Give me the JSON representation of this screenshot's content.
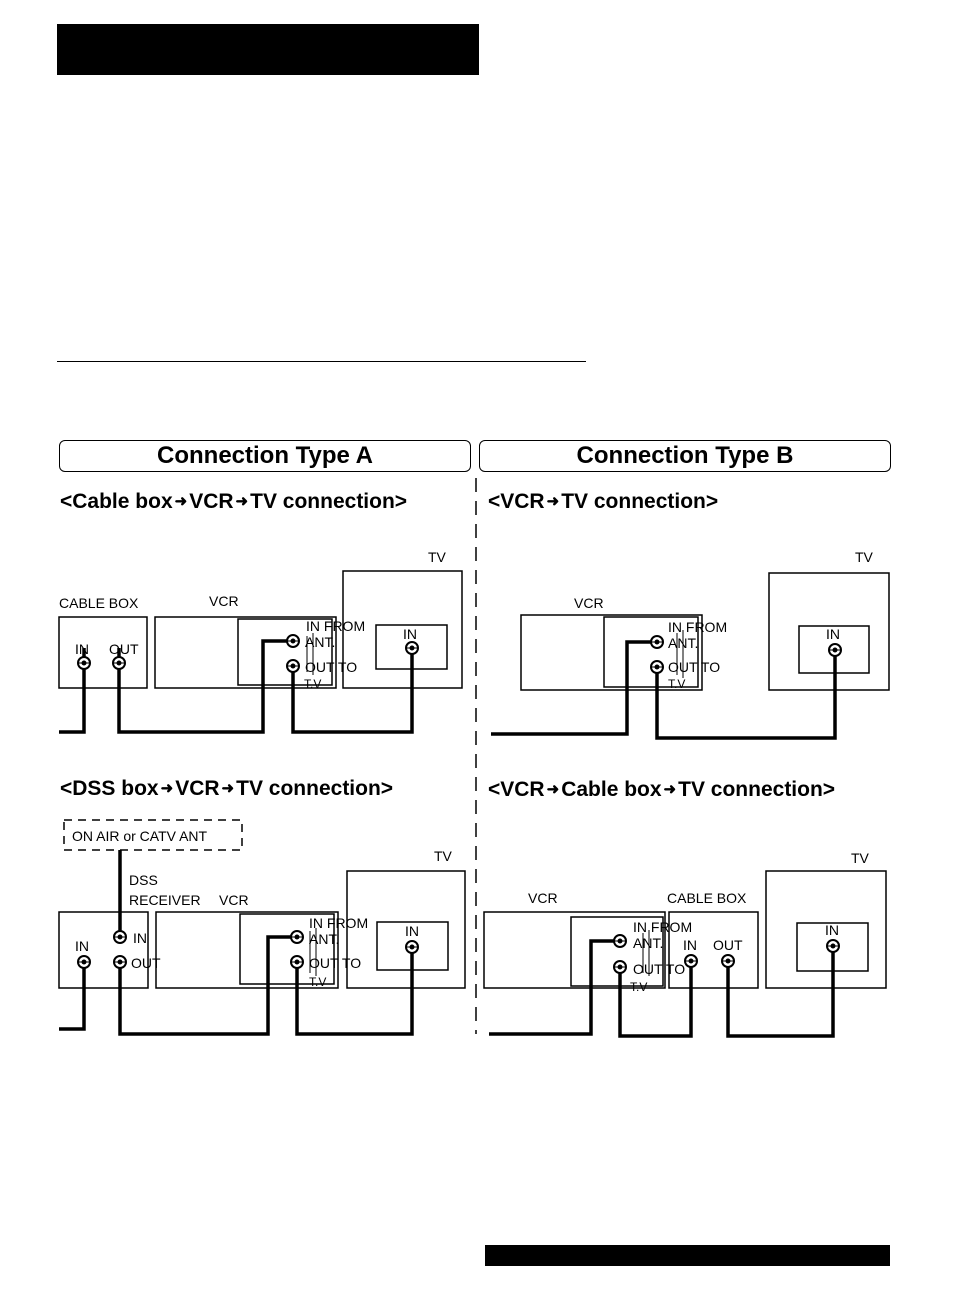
{
  "connection_types": {
    "a": "Connection Type A",
    "b": "Connection Type B"
  },
  "arrow": "➜",
  "diagrams": {
    "a1": {
      "parts": [
        "<Cable box",
        "VCR",
        "TV connection>"
      ]
    },
    "b1": {
      "parts": [
        "<VCR",
        "TV connection>"
      ]
    },
    "a2": {
      "parts": [
        "<DSS box",
        "VCR",
        "TV connection>"
      ]
    },
    "b2": {
      "parts": [
        "<VCR",
        "Cable box",
        "TV connection>"
      ]
    }
  },
  "labels": {
    "tv": "TV",
    "vcr": "VCR",
    "cable_box": "CABLE BOX",
    "in": "IN",
    "out": "OUT",
    "in_from": "IN FROM",
    "ant": "ANT.",
    "out_to": "OUT TO",
    "tv_port": "T.V",
    "dss": "DSS",
    "receiver": "RECEIVER",
    "antenna": "ON AIR or CATV ANT"
  }
}
